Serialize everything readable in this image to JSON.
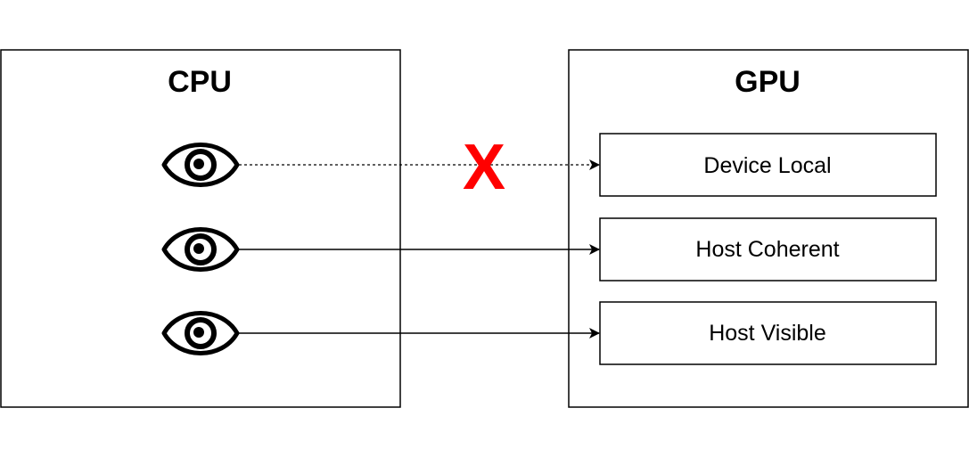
{
  "cpu": {
    "title": "CPU"
  },
  "gpu": {
    "title": "GPU",
    "memory_types": [
      {
        "label": "Device Local",
        "accessible_from_cpu": false,
        "link_style": "dotted"
      },
      {
        "label": "Host Coherent",
        "accessible_from_cpu": true,
        "link_style": "solid"
      },
      {
        "label": "Host Visible",
        "accessible_from_cpu": true,
        "link_style": "solid"
      }
    ]
  },
  "blocked_marker": {
    "text": "X",
    "color": "#ff0000"
  },
  "colors": {
    "stroke": "#000000",
    "background": "#ffffff",
    "blocked": "#ff0000"
  },
  "icons": {
    "viewer": "eye-icon"
  }
}
